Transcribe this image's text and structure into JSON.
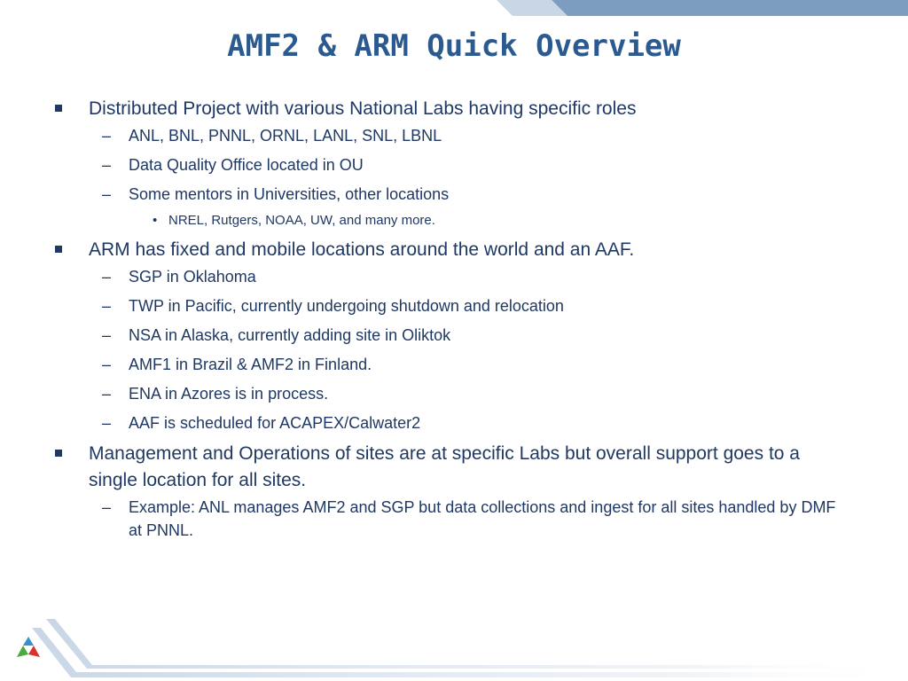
{
  "slide": {
    "title": "AMF2 & ARM Quick Overview",
    "accent_color": "#2a5a8f",
    "text_color": "#1f3864"
  },
  "bullets": [
    {
      "text": "Distributed Project with various National Labs having specific roles",
      "sub": [
        {
          "text": "ANL, BNL, PNNL, ORNL, LANL, SNL, LBNL"
        },
        {
          "text": "Data Quality Office located in OU"
        },
        {
          "text": "Some mentors in Universities, other locations",
          "sub": [
            {
              "text": "NREL, Rutgers, NOAA, UW, and many more."
            }
          ]
        }
      ]
    },
    {
      "text": "ARM has fixed and mobile locations around the world and an AAF.",
      "sub": [
        {
          "text": "SGP in Oklahoma"
        },
        {
          "text": "TWP in Pacific, currently undergoing shutdown and relocation"
        },
        {
          "text": "NSA in Alaska, currently adding site in Oliktok"
        },
        {
          "text": "AMF1 in Brazil & AMF2 in Finland."
        },
        {
          "text": "ENA in Azores is in process."
        },
        {
          "text": "AAF is scheduled for ACAPEX/Calwater2"
        }
      ]
    },
    {
      "text": "Management and Operations of sites are at specific Labs but overall support goes to a single location for all sites.",
      "sub": [
        {
          "text": "Example: ANL manages AMF2 and SGP but data collections and ingest for all sites handled by DMF at PNNL."
        }
      ]
    }
  ],
  "marks": {
    "level1": "square-bullet-icon",
    "level2": "–",
    "level3": "•"
  }
}
